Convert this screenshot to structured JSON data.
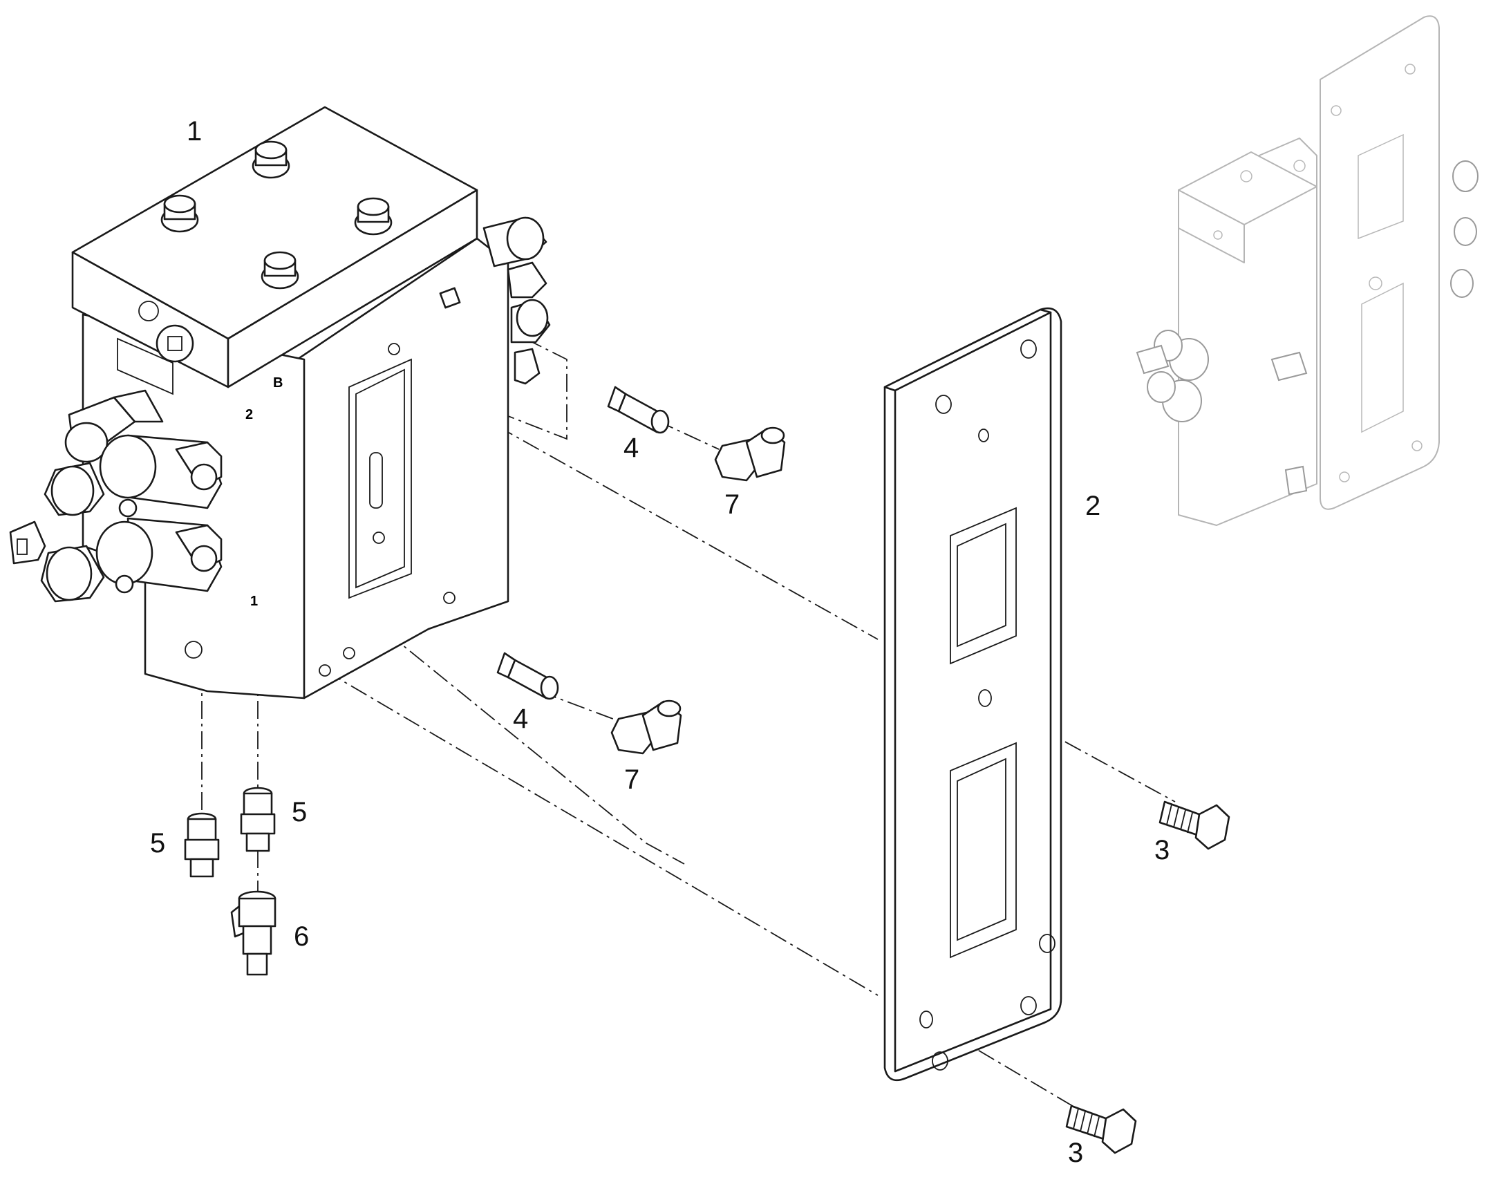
{
  "callouts": [
    {
      "id": "1",
      "text": "1"
    },
    {
      "id": "2",
      "text": "2"
    },
    {
      "id": "3a",
      "text": "3"
    },
    {
      "id": "3b",
      "text": "3"
    },
    {
      "id": "4a",
      "text": "4"
    },
    {
      "id": "4b",
      "text": "4"
    },
    {
      "id": "5a",
      "text": "5"
    },
    {
      "id": "5b",
      "text": "5"
    },
    {
      "id": "6",
      "text": "6"
    },
    {
      "id": "7a",
      "text": "7"
    },
    {
      "id": "7b",
      "text": "7"
    }
  ],
  "valve_marks": {
    "port_1": "1",
    "port_2": "2",
    "port_b": "B"
  },
  "colors": {
    "line": "#1a1a1a",
    "ghost": "#b5b5b5",
    "background": "#ffffff"
  }
}
